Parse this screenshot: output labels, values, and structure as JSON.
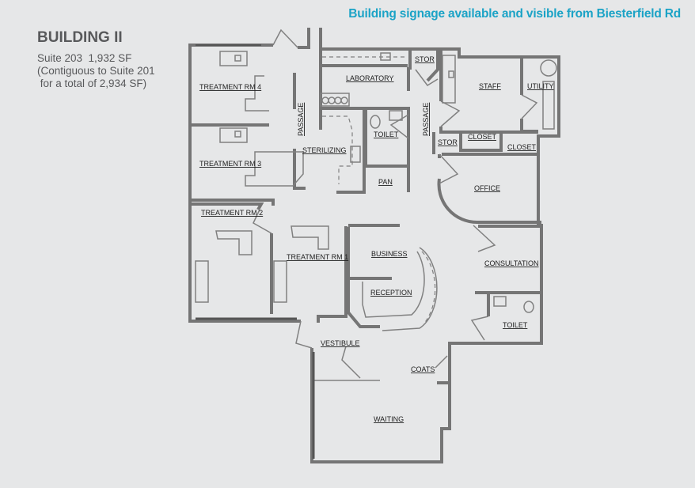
{
  "header": {
    "signage": "Building signage available and visible from Biesterfield Rd",
    "building": "BUILDING II",
    "suite_lines": [
      "Suite 203  1,932 SF",
      "(Contiguous to Suite 201",
      " for a total of 2,934 SF)"
    ]
  },
  "colors": {
    "signage": "#1ba3c6",
    "text": "#58595b",
    "walls": "#757575",
    "background": "#e6e7e8"
  },
  "rooms": {
    "treatment4": "TREATMENT RM 4",
    "treatment3": "TREATMENT RM 3",
    "treatment2": "TREATMENT RM 2",
    "treatment1": "TREATMENT RM 1",
    "passage_left": "PASSAGE",
    "passage_right": "PASSAGE",
    "laboratory": "LABORATORY",
    "stor_top": "STOR",
    "staff": "STAFF",
    "utility": "UTILITY",
    "sterilizing": "STERILIZING",
    "toilet_top": "TOILET",
    "stor_mid": "STOR",
    "closet1": "CLOSET",
    "closet2": "CLOSET",
    "pan": "PAN",
    "office": "OFFICE",
    "business": "BUSINESS",
    "consultation": "CONSULTATION",
    "reception": "RECEPTION",
    "toilet_bottom": "TOILET",
    "vestibule": "VESTIBULE",
    "coats": "COATS",
    "waiting": "WAITING"
  }
}
